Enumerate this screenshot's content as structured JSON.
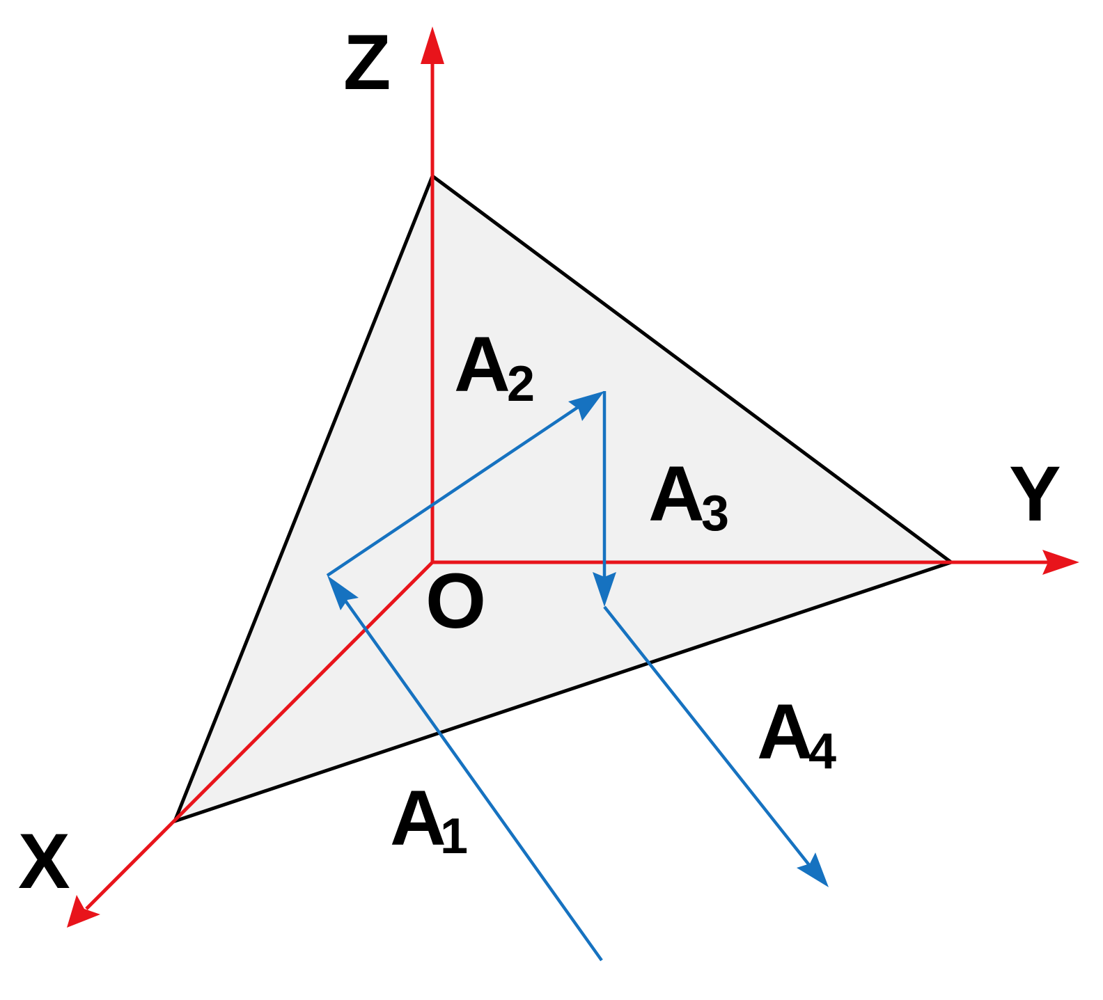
{
  "colors": {
    "axis": "#e8141b",
    "ray": "#1672c0",
    "plane_fill": "#f1f1f1",
    "plane_edge": "#000000",
    "text": "#000000"
  },
  "labels": {
    "axis_x": "X",
    "axis_y": "Y",
    "axis_z": "Z",
    "origin": "O",
    "a1_main": "A",
    "a1_sub": "1",
    "a2_main": "A",
    "a2_sub": "2",
    "a3_main": "A",
    "a3_sub": "3",
    "a4_main": "A",
    "a4_sub": "4"
  }
}
